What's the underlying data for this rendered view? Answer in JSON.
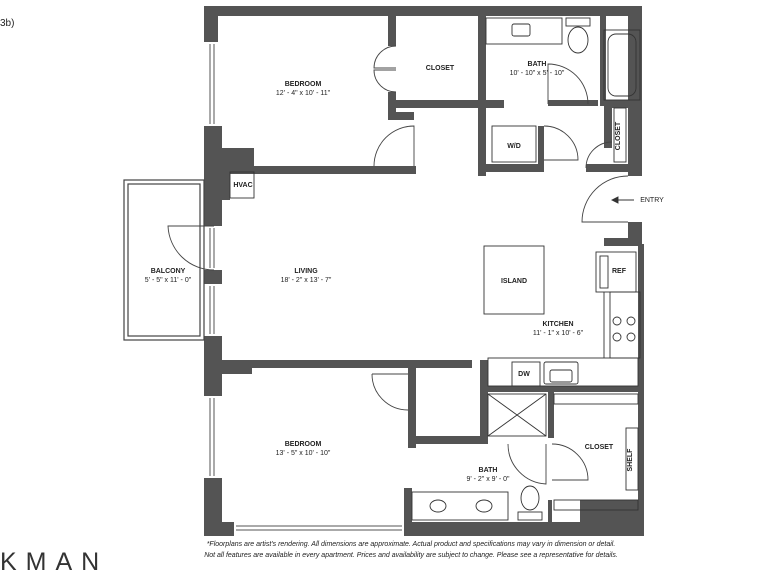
{
  "header": {
    "unit_tag": "3b)"
  },
  "rooms": {
    "bedroom_top": {
      "name": "BEDROOM",
      "dims": "12' - 4\" x 10' - 11\""
    },
    "closet_top": {
      "name": "CLOSET"
    },
    "bath_top": {
      "name": "BATH",
      "dims": "10' - 10\" x 5' - 10\""
    },
    "wd": {
      "name": "W/D"
    },
    "closet_right": {
      "name": "CLOSET"
    },
    "hvac": {
      "name": "HVAC"
    },
    "entry": {
      "name": "ENTRY"
    },
    "balcony": {
      "name": "BALCONY",
      "dims": "5' - 5\" x 11' - 0\""
    },
    "living": {
      "name": "LIVING",
      "dims": "18' - 2\" x 13' - 7\""
    },
    "island": {
      "name": "ISLAND"
    },
    "ref": {
      "name": "REF"
    },
    "kitchen": {
      "name": "KITCHEN",
      "dims": "11' - 1\" x 10' - 6\""
    },
    "dw": {
      "name": "DW"
    },
    "bedroom_bottom": {
      "name": "BEDROOM",
      "dims": "13' - 5\" x 10' - 10\""
    },
    "bath_bottom": {
      "name": "BATH",
      "dims": "9' - 2\" x 9' - 0\""
    },
    "closet_bottom": {
      "name": "CLOSET"
    },
    "shelf": {
      "name": "SHELF"
    }
  },
  "footer": {
    "disclaimer_line1": "*Floorplans are artist's rendering. All dimensions are approximate. Actual product and specifications may vary in dimension or detail.",
    "disclaimer_line2": "Not all features are available in every apartment. Prices and availability are subject to change. Please see a representative for details.",
    "brand": "KMAN"
  },
  "colors": {
    "wall": "#545454",
    "line": "#333333",
    "paper": "#ffffff"
  }
}
